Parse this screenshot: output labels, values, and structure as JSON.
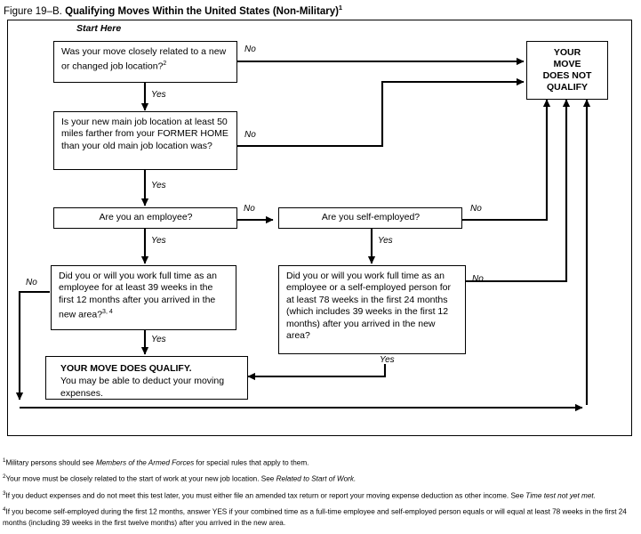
{
  "figure": {
    "label": "Figure 19–B.",
    "title": "Qualifying Moves Within the United States (Non-Military)",
    "title_superscript": "1"
  },
  "flowchart": {
    "start_label": "Start Here",
    "nodes": {
      "q1": {
        "id": "q1",
        "text": "Was your move closely related to a new or changed job location?",
        "superscript": "2"
      },
      "q2": {
        "id": "q2",
        "text": "Is your new main job location at least 50 miles farther from your FORMER HOME than your old main job location was?"
      },
      "q3": {
        "id": "q3",
        "text": "Are you an employee?"
      },
      "q4": {
        "id": "q4",
        "text": "Are you self-employed?"
      },
      "q5": {
        "id": "q5",
        "text": "Did you or will you work full time as an employee for at least 39 weeks in the first 12 months after you arrived in the new area?",
        "superscript": "3, 4"
      },
      "q6": {
        "id": "q6",
        "text": "Did you or will you work full time as an employee or a self-employed person for at least 78 weeks in the first 24 months (which includes 39 weeks in the first 12 months) after you arrived in the new area?"
      },
      "qualify": {
        "id": "qualify",
        "headline": "YOUR MOVE DOES QUALIFY.",
        "text": "You may be able to deduct your moving expenses."
      },
      "not_qualify": {
        "id": "not-qualify",
        "line1": "YOUR",
        "line2": "MOVE",
        "line3": "DOES NOT",
        "line4": "QUALIFY"
      }
    },
    "edge_labels": {
      "q1_no": "No",
      "q1_yes": "Yes",
      "q2_no": "No",
      "q2_yes": "Yes",
      "q3_no": "No",
      "q3_yes": "Yes",
      "q4_no": "No",
      "q4_yes": "Yes",
      "q5_no": "No",
      "q5_yes": "Yes",
      "q6_no": "No",
      "q6_yes": "Yes"
    }
  },
  "footnotes": [
    {
      "marker": "1",
      "parts": [
        {
          "t": "Military persons should see ",
          "i": false
        },
        {
          "t": "Members of the Armed Forces",
          "i": true
        },
        {
          "t": " for special rules that apply to them.",
          "i": false
        }
      ]
    },
    {
      "marker": "2",
      "parts": [
        {
          "t": "Your move must be closely related to the start of work at your new job location. See ",
          "i": false
        },
        {
          "t": "Related to Start of Work.",
          "i": true
        }
      ]
    },
    {
      "marker": "3",
      "parts": [
        {
          "t": "If you deduct expenses and do not meet this test later, you must either file an amended tax return or report your moving expense deduction as other income. See ",
          "i": false
        },
        {
          "t": "Time test not yet met.",
          "i": true
        }
      ]
    },
    {
      "marker": "4",
      "parts": [
        {
          "t": "If you become self-employed during the first 12 months, answer YES if your combined time as a full-time employee and self-employed person equals or will equal at least 78 weeks in the first 24 months (including 39 weeks in the first twelve months) after you arrived in the new area.",
          "i": false
        }
      ]
    }
  ],
  "colors": {
    "ink": "#000000",
    "paper": "#ffffff"
  }
}
